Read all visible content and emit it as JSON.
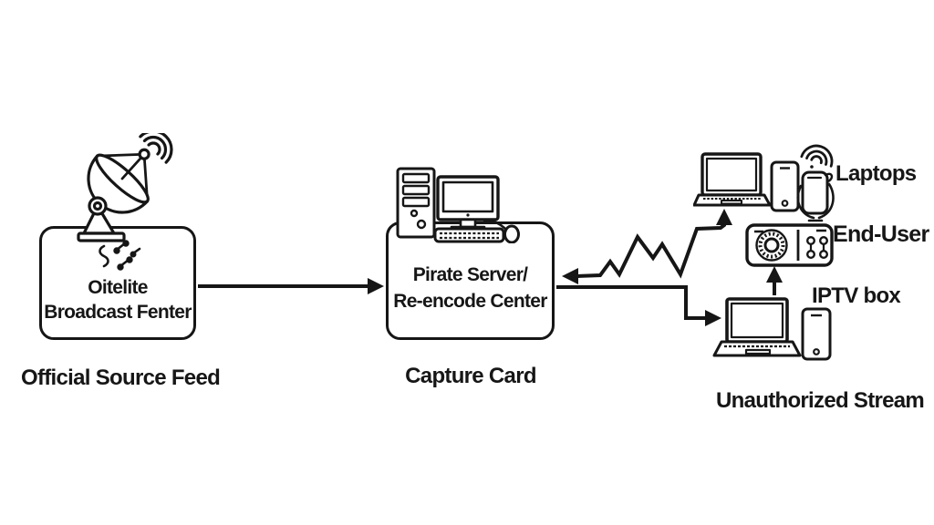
{
  "colors": {
    "background": "#ffffff",
    "ink": "#161616"
  },
  "source_node": {
    "icon": "satellite-dish-icon",
    "label_line1": "Oitelite",
    "label_line2": "Broadcast Fenter",
    "caption": "Official Source Feed"
  },
  "pirate_node": {
    "icon": "desktop-computer-icon",
    "label_line1": "Pirate Server/",
    "label_line2": "Re-encode Center",
    "caption": "Capture Card"
  },
  "client_nodes": {
    "laptops_label": "Laptops",
    "end_user_label": "End-User",
    "iptv_box_label": "IPTV box",
    "stream_caption": "Unauthorized Stream",
    "top_group_icons": [
      "laptop-icon",
      "smartphone-icon",
      "wifi-phone-icon"
    ],
    "receiver_icon": "iptv-receiver-icon",
    "bottom_group_icons": [
      "laptop-icon",
      "smartphone-icon"
    ]
  },
  "edges": [
    {
      "from": "official-source",
      "to": "pirate-server",
      "style": "straight-arrow"
    },
    {
      "from": "laptops-group",
      "to": "pirate-server",
      "style": "zigzag-double-arrow"
    },
    {
      "from": "pirate-server",
      "to": "unauthorized-stream-group",
      "style": "elbow-arrow"
    },
    {
      "from": "unauthorized-stream-group",
      "to": "iptv-receiver",
      "style": "up-arrow"
    }
  ]
}
